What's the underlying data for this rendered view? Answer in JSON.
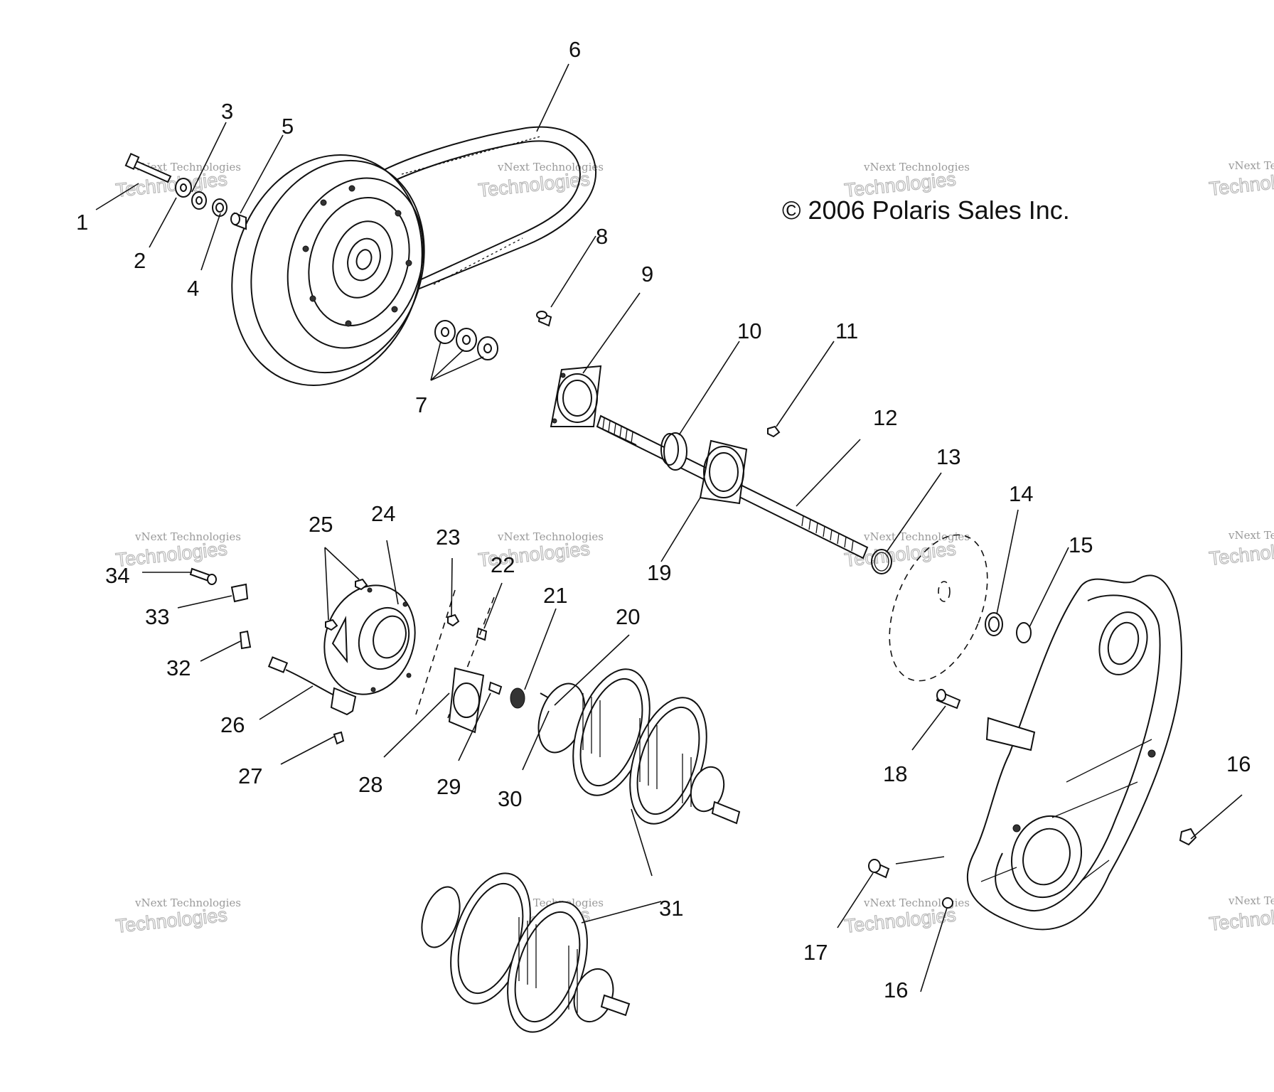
{
  "copyright": "© 2006 Polaris Sales Inc.",
  "watermark": {
    "line1": "vNext Technologies",
    "line2": "Technologies"
  },
  "callouts": [
    "1",
    "2",
    "3",
    "4",
    "5",
    "6",
    "7",
    "8",
    "9",
    "10",
    "11",
    "12",
    "13",
    "14",
    "15",
    "16",
    "16",
    "17",
    "18",
    "19",
    "20",
    "21",
    "22",
    "23",
    "24",
    "25",
    "26",
    "27",
    "28",
    "29",
    "30",
    "31",
    "32",
    "33",
    "34"
  ],
  "colors": {
    "ink": "#111111",
    "watermark": "#9a9a9a",
    "background": "#ffffff"
  }
}
